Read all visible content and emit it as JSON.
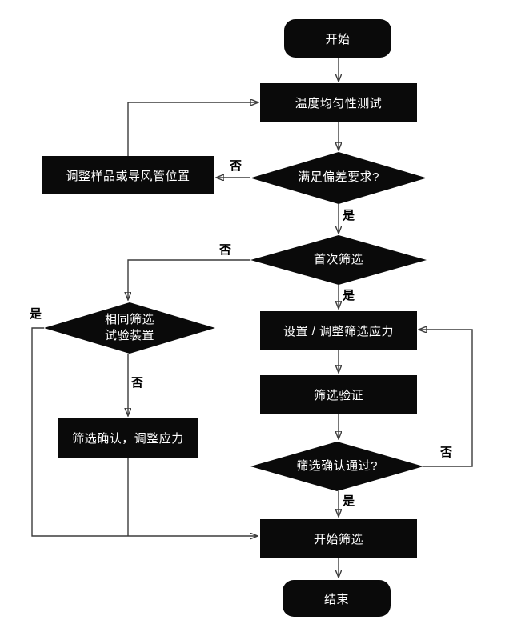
{
  "diagram": {
    "description": "screening-process-flowchart",
    "colors": {
      "background": "#ffffff",
      "node_fill": "#0a0a0a",
      "node_text": "#ffffff",
      "connector": "#3c3c3c",
      "edge_label_text": "#000000"
    },
    "nodes": {
      "start": {
        "type": "terminator",
        "label": "开始"
      },
      "temp_test": {
        "type": "process",
        "label": "温度均匀性测试"
      },
      "adjust_sample": {
        "type": "process",
        "label": "调整样品或导风管位置"
      },
      "deviation_check": {
        "type": "decision",
        "label": "满足偏差要求?"
      },
      "first_screening": {
        "type": "decision",
        "label": "首次筛选"
      },
      "same_device": {
        "type": "decision",
        "label_line1": "相同筛选",
        "label_line2": "试验装置"
      },
      "set_stress": {
        "type": "process",
        "label": "设置 / 调整筛选应力"
      },
      "screening_verify": {
        "type": "process",
        "label": "筛选验证"
      },
      "confirm_adjust": {
        "type": "process",
        "label": "筛选确认，调整应力"
      },
      "confirm_pass": {
        "type": "decision",
        "label": "筛选确认通过?"
      },
      "start_screening": {
        "type": "process",
        "label": "开始筛选"
      },
      "end": {
        "type": "terminator",
        "label": "结束"
      }
    },
    "edge_labels": {
      "deviation_no": "否",
      "deviation_yes": "是",
      "first_no": "否",
      "first_yes": "是",
      "same_device_yes": "是",
      "same_device_no": "否",
      "confirm_no": "否",
      "confirm_yes": "是"
    }
  }
}
